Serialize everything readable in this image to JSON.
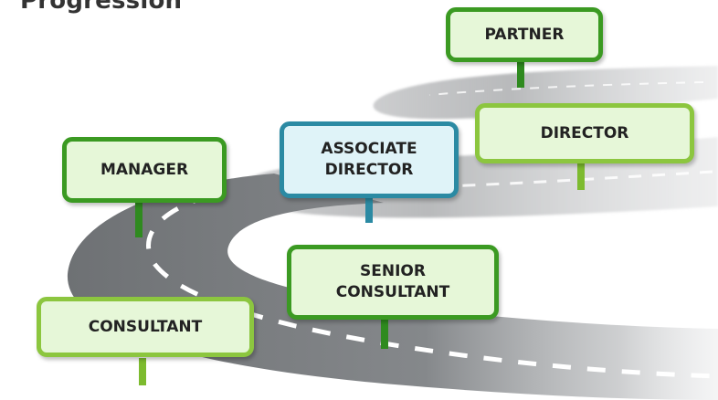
{
  "title": "Progression",
  "colors": {
    "green_fill": "#e6f7d8",
    "green_border_dark": "#3b9a22",
    "green_border_light": "#8cc63f",
    "blue_fill": "#dff3f8",
    "blue_border": "#2b8aa3",
    "stem_dark": "#2f8a1f",
    "stem_light": "#7dbb2f",
    "stem_blue": "#2b8aa3",
    "road": "#7a7d80"
  },
  "stages": [
    {
      "id": "consultant",
      "label": "CONSULTANT"
    },
    {
      "id": "manager",
      "label": "MANAGER"
    },
    {
      "id": "senior-consultant",
      "label": "SENIOR\nCONSULTANT"
    },
    {
      "id": "associate-director",
      "label": "ASSOCIATE\nDIRECTOR"
    },
    {
      "id": "director",
      "label": "DIRECTOR"
    },
    {
      "id": "partner",
      "label": "PARTNER"
    }
  ]
}
